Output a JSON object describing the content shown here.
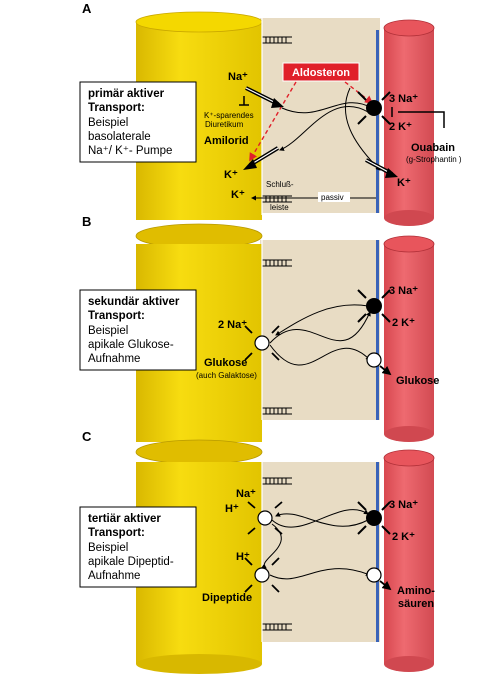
{
  "colors": {
    "yellow": "#f2d200",
    "yellow_dark": "#c9a800",
    "red": "#e8555c",
    "red_dark": "#c23a42",
    "matrix": "#e8dcc4",
    "membrane_blue": "#3a63b8",
    "aldosteron_red": "#e0202a"
  },
  "panels": [
    {
      "letter": "A",
      "box": {
        "title1": "primär aktiver",
        "title2": "Transport:",
        "line1": "Beispiel",
        "line2": "basolaterale",
        "line3": "Na⁺/ K⁺- Pumpe"
      },
      "labels": {
        "na_left": "Na⁺",
        "aldosteron": "Aldosteron",
        "k_sparing1": "K⁺-sparendes",
        "k_sparing2": "Diuretikum",
        "amilorid": "Amilorid",
        "k_left1": "K⁺",
        "k_left2": "K⁺",
        "schluss1": "Schluß-",
        "schluss2": "leiste",
        "passiv": "passiv",
        "na3": "3 Na⁺",
        "k2": "2 K⁺",
        "ouabain": "Ouabain",
        "strophantin": "(g-Strophantin )",
        "k_right": "K⁺"
      }
    },
    {
      "letter": "B",
      "box": {
        "title1": "sekundär aktiver",
        "title2": "Transport:",
        "line1": "Beispiel",
        "line2": "apikale Glukose-",
        "line3": "Aufnahme"
      },
      "labels": {
        "na2": "2 Na⁺",
        "glukose_left": "Glukose",
        "galaktose": "(auch Galaktose)",
        "na3": "3 Na⁺",
        "k2": "2 K⁺",
        "glukose_right": "Glukose"
      }
    },
    {
      "letter": "C",
      "box": {
        "title1": "tertiär aktiver",
        "title2": "Transport:",
        "line1": "Beispiel",
        "line2": "apikale Dipeptid-",
        "line3": "Aufnahme"
      },
      "labels": {
        "na": "Na⁺",
        "h1": "H⁺",
        "h2": "H⁺",
        "dipeptide": "Dipeptide",
        "na3": "3 Na⁺",
        "k2": "2 K⁺",
        "amino1": "Amino-",
        "amino2": "säuren"
      }
    }
  ]
}
